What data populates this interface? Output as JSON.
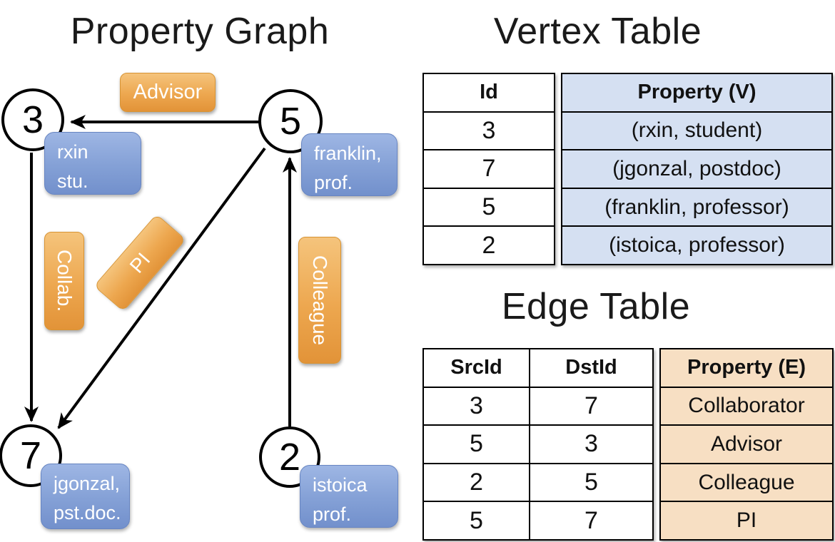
{
  "titles": {
    "graph": "Property Graph",
    "vertex": "Vertex Table",
    "edge": "Edge Table"
  },
  "graph": {
    "nodes": [
      {
        "id": "3",
        "label_lines": [
          "rxin",
          "stu."
        ]
      },
      {
        "id": "5",
        "label_lines": [
          "franklin,",
          "prof."
        ]
      },
      {
        "id": "7",
        "label_lines": [
          "jgonzal,",
          "pst.doc."
        ]
      },
      {
        "id": "2",
        "label_lines": [
          "istoica",
          "prof."
        ]
      }
    ],
    "edges": [
      {
        "label": "Advisor",
        "src": "5",
        "dst": "3"
      },
      {
        "label": "Collab.",
        "src": "3",
        "dst": "7"
      },
      {
        "label": "PI",
        "src": "5",
        "dst": "7"
      },
      {
        "label": "Colleague",
        "src": "2",
        "dst": "5"
      }
    ]
  },
  "vertex_table": {
    "columns": [
      "Id",
      "Property (V)"
    ],
    "rows": [
      [
        "3",
        "(rxin, student)"
      ],
      [
        "7",
        "(jgonzal, postdoc)"
      ],
      [
        "5",
        "(franklin, professor)"
      ],
      [
        "2",
        "(istoica, professor)"
      ]
    ]
  },
  "edge_table": {
    "columns": [
      "SrcId",
      "DstId",
      "Property (E)"
    ],
    "rows": [
      [
        "3",
        "7",
        "Collaborator"
      ],
      [
        "5",
        "3",
        "Advisor"
      ],
      [
        "2",
        "5",
        "Colleague"
      ],
      [
        "5",
        "7",
        "PI"
      ]
    ]
  },
  "colors": {
    "edge_label_fill_top": "#f5c47c",
    "edge_label_fill_bottom": "#e29338",
    "vertex_label_fill_top": "#9eb6e4",
    "vertex_label_fill_bottom": "#7290cc",
    "vertex_property_cell_fill": "#d5e0f2",
    "edge_property_cell_fill": "#f7dfc3",
    "line_color": "#000000",
    "label_text_color": "#ffffff"
  }
}
